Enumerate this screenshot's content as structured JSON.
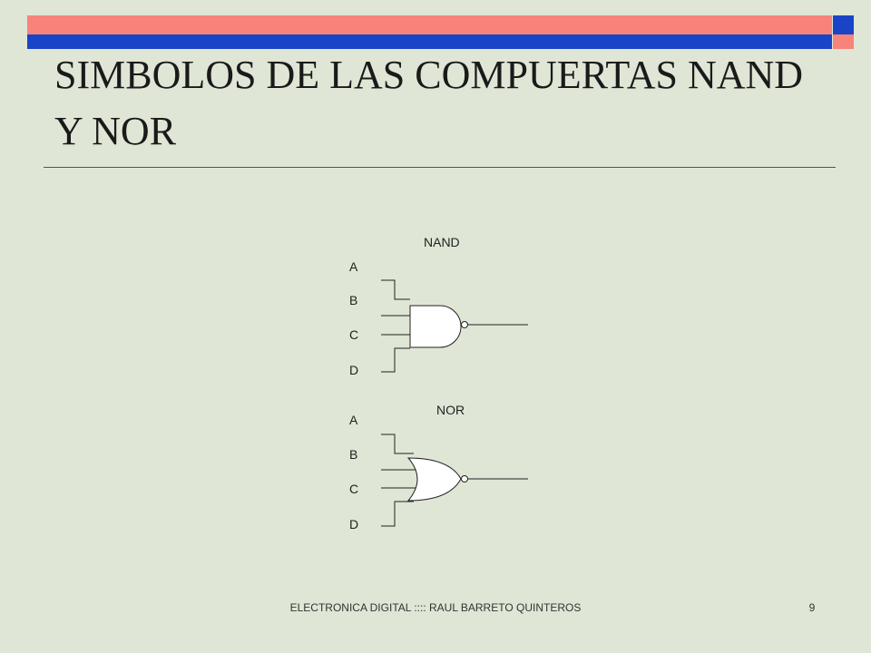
{
  "slide": {
    "title": "SIMBOLOS DE LAS COMPUERTAS NAND Y NOR",
    "footer": "ELECTRONICA DIGITAL :::: RAUL BARRETO QUINTEROS",
    "page_number": "9"
  },
  "diagram": {
    "nand": {
      "label": "NAND",
      "inputs": [
        "A",
        "B",
        "C",
        "D"
      ]
    },
    "nor": {
      "label": "NOR",
      "inputs": [
        "A",
        "B",
        "C",
        "D"
      ]
    }
  },
  "colors": {
    "background": "#dfe6d5",
    "header_red": "#f8837b",
    "header_blue": "#1a44c8"
  }
}
